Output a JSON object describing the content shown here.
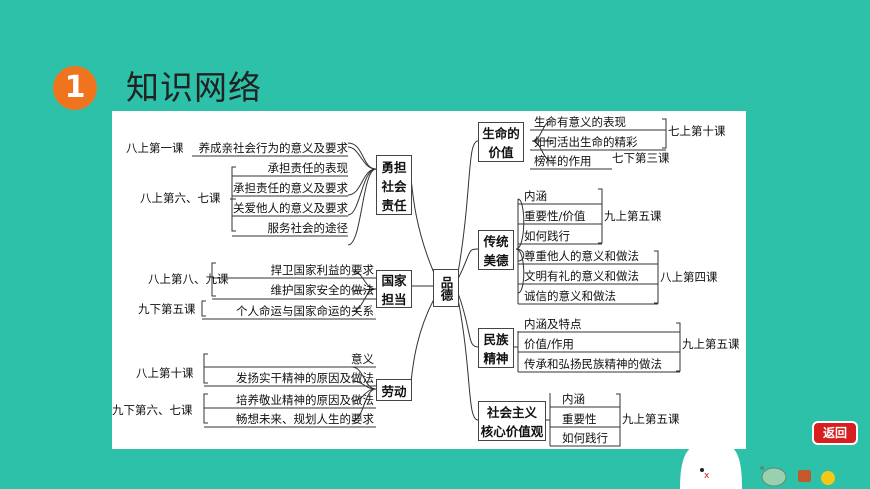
{
  "header": {
    "number": "1",
    "title": "知识网络"
  },
  "mindmap": {
    "center": "品德",
    "left_topics": [
      {
        "label_lines": [
          "勇担",
          "社会",
          "责任"
        ]
      },
      {
        "label_lines": [
          "国家",
          "担当"
        ]
      },
      {
        "label_lines": [
          "劳动"
        ]
      }
    ],
    "right_topics": [
      {
        "label_lines": [
          "生命的",
          "价值"
        ]
      },
      {
        "label_lines": [
          "传统",
          "美德"
        ]
      },
      {
        "label_lines": [
          "民族",
          "精神"
        ]
      },
      {
        "label_lines": [
          "社会主义",
          "核心价值观"
        ]
      }
    ],
    "left_items": [
      "养成亲社会行为的意义及要求",
      "承担责任的表现",
      "承担责任的意义及要求",
      "关爱他人的意义及要求",
      "服务社会的途径",
      "捍卫国家利益的要求",
      "维护国家安全的做法",
      "个人命运与国家命运的关系",
      "意义",
      "发扬实干精神的原因及做法",
      "培养敬业精神的原因及做法",
      "畅想未来、规划人生的要求"
    ],
    "left_sources": [
      "八上第一课",
      "八上第六、七课",
      "八上第八、九课",
      "九下第五课",
      "八上第十课",
      "九下第六、七课"
    ],
    "right_items": [
      "生命有意义的表现",
      "如何活出生命的精彩",
      "榜样的作用",
      "内涵",
      "重要性/价值",
      "如何践行",
      "尊重他人的意义和做法",
      "文明有礼的意义和做法",
      "诚信的意义和做法",
      "内涵及特点",
      "价值/作用",
      "传承和弘扬民族精神的做法",
      "内涵",
      "重要性",
      "如何践行"
    ],
    "right_sources": [
      "七上第十课",
      "七下第三课",
      "九上第五课",
      "八上第四课",
      "九上第五课",
      "九上第五课"
    ]
  },
  "nav": {
    "back_label": "返回"
  }
}
